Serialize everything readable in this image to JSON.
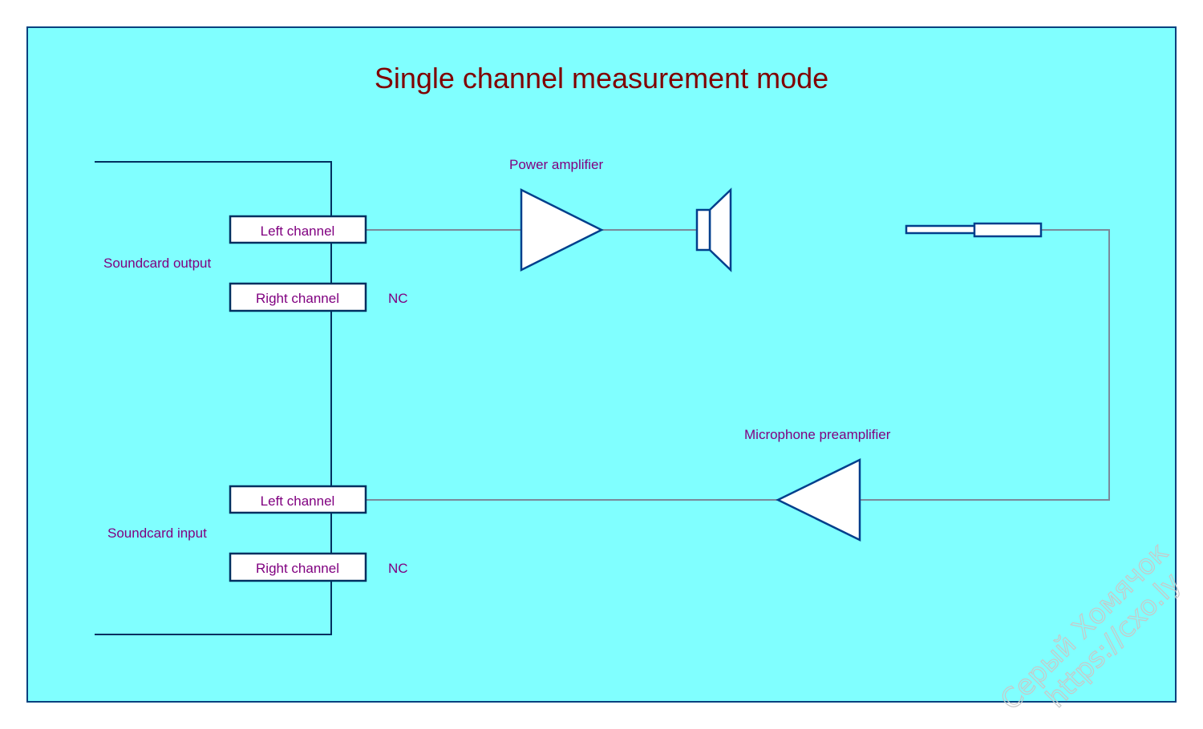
{
  "title": "Single channel measurement mode",
  "soundcard_output": {
    "label": "Soundcard output",
    "left_channel": "Left channel",
    "right_channel": "Right channel",
    "right_nc": "NC"
  },
  "soundcard_input": {
    "label": "Soundcard input",
    "left_channel": "Left channel",
    "right_channel": "Right channel",
    "right_nc": "NC"
  },
  "power_amplifier_label": "Power amplifier",
  "microphone_preamplifier_label": "Microphone preamplifier",
  "watermark": {
    "line1": "Серый Хомячок",
    "line2": "https://cxo.ly"
  },
  "colors": {
    "background": "#80ffff",
    "title": "#800000",
    "labels": "#800080",
    "symbol_stroke": "#003f8c"
  }
}
